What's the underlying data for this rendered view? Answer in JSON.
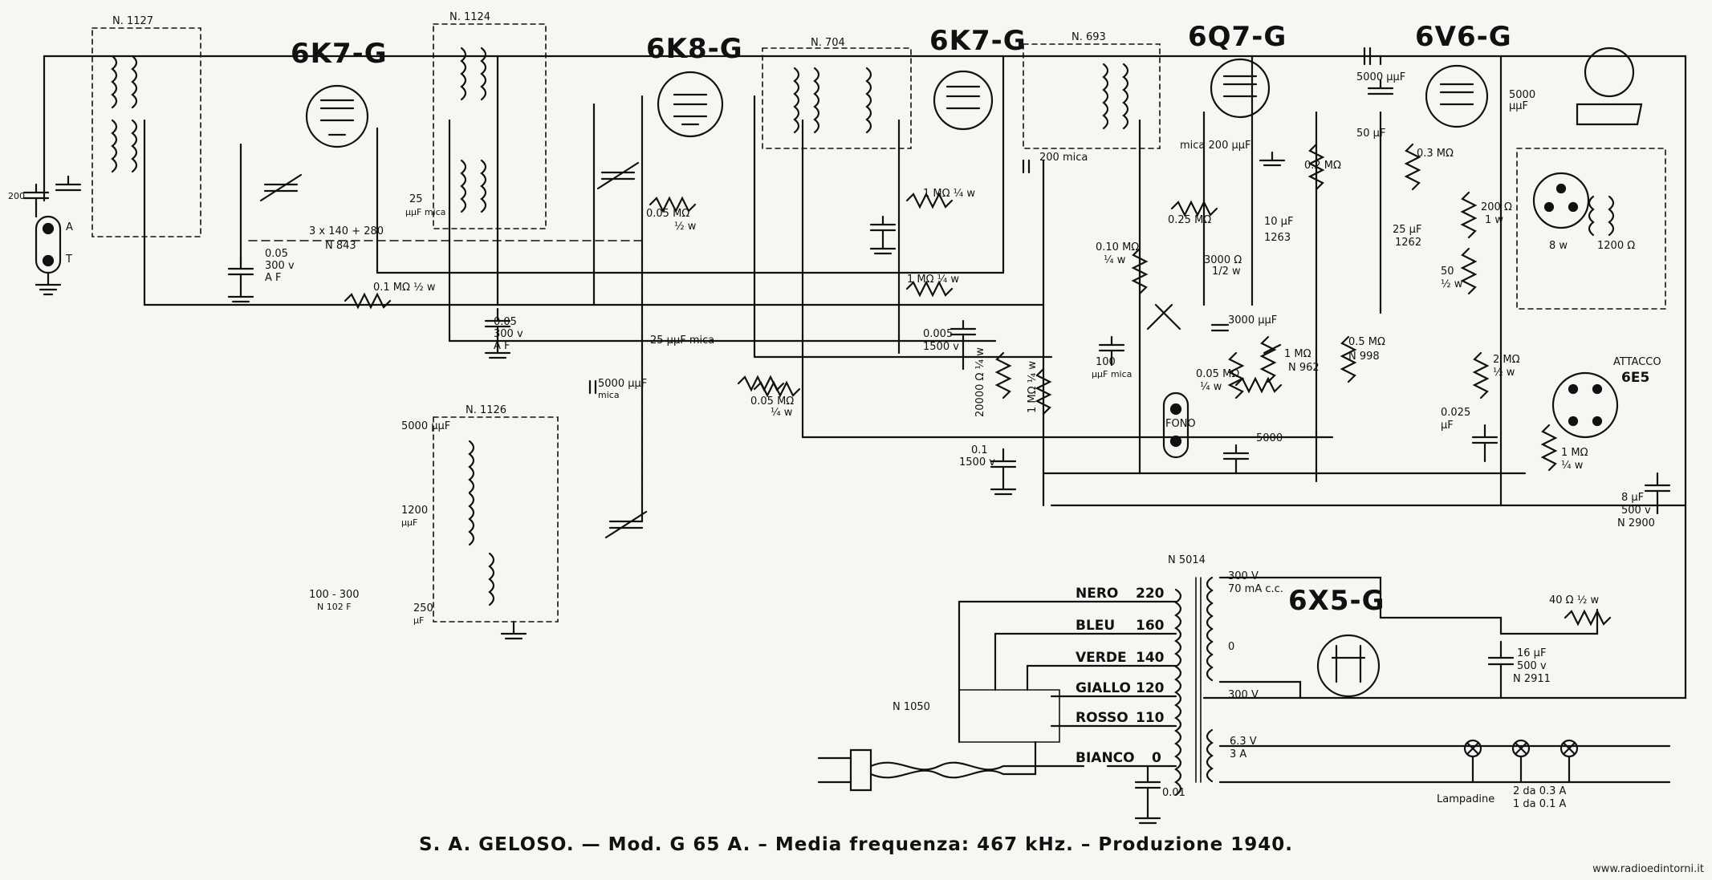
{
  "tubes": {
    "t1": "6K7-G",
    "t2": "6K8-G",
    "t3": "6K7-G",
    "t4": "6Q7-G",
    "t5": "6V6-G",
    "t6": "6X5-G"
  },
  "coils": {
    "c1": "N. 1127",
    "c2": "N. 1124",
    "c3": "N. 704",
    "c4": "N. 693",
    "c5": "N. 1126",
    "tr": "N 5014",
    "sw": "N 1050"
  },
  "components": {
    "v_0005_300": "0.05",
    "v_300v_rf": "300 v",
    "v_af": "A F",
    "var_cap": "3 x 140 + 280",
    "var_cap_n": "N 843",
    "c_25pF": "25",
    "c_25_unit": "μμF mica",
    "r_01": "0.1 MΩ ½ w",
    "r_005": "0.05 MΩ",
    "r_005w": "½ w",
    "r_1m_quarter": "1 MΩ ¼ w",
    "r_1m_quarter2": "1 MΩ ¼ w",
    "c_200mica": "200 mica",
    "c_25mica": "25 μμF mica",
    "c_5000_a": "5000 μμF",
    "c_5000_b": "5000 μμF",
    "c_5000_c": "5000",
    "c_mica_200": "mica 200 μμF",
    "r_025": "0.25 MΩ",
    "c_10uf": "10 μF",
    "n_1263": "1263",
    "r_3000": "3000 Ω",
    "r_3000w": "1/2 w",
    "r_010": "0.10 MΩ",
    "r_010w": "¼ w",
    "c_3000uf": "3000 μμF",
    "r_1mn": "1 MΩ",
    "n_962": "N 962",
    "r_005_2": "0.05 MΩ",
    "r_005_2w": "¼ w",
    "c_100": "100",
    "c_100u": "μμF mica",
    "fono": "FONO",
    "r_02": "0.2 MΩ",
    "c_50uf": "50 μF",
    "r_03": "0.3 MΩ",
    "c_25pf_n": "25 μF",
    "n_1262": "1262",
    "r_200": "200 Ω",
    "r_200w": "1 w",
    "r_50": "50",
    "r_50w": "½ w",
    "c_5000pF": "5000",
    "c_5000pF_u": "μμF",
    "c_0005_1500": "0.005",
    "v_1500": "1500 v",
    "r_20000": "20000 Ω ¼ w",
    "r_1m_v": "1 MΩ ¼ w",
    "c_01_1500": "0.1",
    "v_1500b": "1500 v",
    "r_05_n998": "0.5 MΩ",
    "n_998": "N 998",
    "r_2m": "2 MΩ",
    "r_2mw": "½ w",
    "attacco": "ATTACCO",
    "tube_6e5": "6E5",
    "c_0025": "0.025",
    "c_0025u": "μF",
    "r_1m_6e5": "1 MΩ",
    "r_1m_6e5w": "¼ w",
    "c_8uf": "8 μF",
    "v_500": "500 v",
    "n_2900": "N 2900",
    "spk_8": "8 w",
    "spk_1200": "1200 Ω",
    "c_1200": "1200",
    "c_1200u": "μμF",
    "c_250": "250",
    "c_250u": "μF",
    "c_100_300": "100 - 300",
    "n_102f": "N 102 F",
    "c_5000_osc": "5000 μμF",
    "c_5000_mica": "5000 μμF",
    "c_5000_mica_l": "mica",
    "r_005_osc": "0.05 MΩ",
    "r_005_osc_w": "¼ w",
    "v_0005_bot": "0.05",
    "v_300v_b": "300 v",
    "v_af_b": "A F",
    "c_300v": "300 V",
    "c_70ma": "70 mA c.c.",
    "c_0": "0",
    "c_300v_b": "300 V",
    "c_63v": "6.3 V",
    "c_3a": "3 A",
    "r_40": "40 Ω ½ w",
    "c_16uf": "16 μF",
    "v_500b": "500 v",
    "n_2911": "N 2911",
    "c_001": "0.01",
    "lampadine": "Lampadine",
    "lamp_spec1": "2 da 0.3 A",
    "lamp_spec2": "1 da 0.1 A",
    "c_200s": "200 Ω",
    "aerial_a": "A",
    "aerial_t": "T",
    "c_200pf": "200"
  },
  "mains_taps": [
    {
      "color": "NERO",
      "volts": "220"
    },
    {
      "color": "BLEU",
      "volts": "160"
    },
    {
      "color": "VERDE",
      "volts": "140"
    },
    {
      "color": "GIALLO",
      "volts": "120"
    },
    {
      "color": "ROSSO",
      "volts": "110"
    },
    {
      "color": "BIANCO",
      "volts": "0"
    }
  ],
  "caption": "S. A. GELOSO. — Mod. G 65 A. – Media frequenza: 467 kHz. – Produzione 1940.",
  "credit": "www.radioedintorni.it"
}
